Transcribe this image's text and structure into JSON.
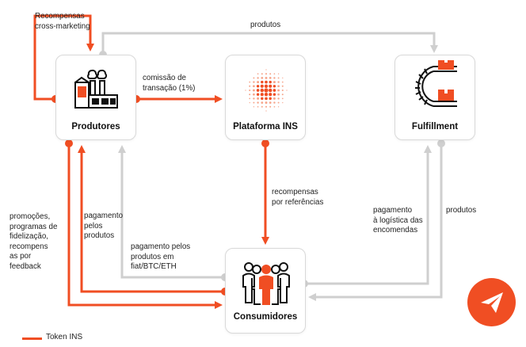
{
  "colors": {
    "orange": "#f04e23",
    "gray": "#cfcfcf"
  },
  "nodes": {
    "produtores": {
      "title": "Produtores",
      "icon": "factory-icon"
    },
    "plataforma": {
      "title": "Plataforma INS",
      "icon": "dot-sphere-icon"
    },
    "fulfillment": {
      "title": "Fulfillment",
      "icon": "conveyor-boxes-icon"
    },
    "consumidores": {
      "title": "Consumidores",
      "icon": "people-group-icon"
    }
  },
  "edges": {
    "recompensas_cross": "Recompensas\ncross-marketing",
    "produtos_top": "produtos",
    "comissao": "comissão de\ntransação (1%)",
    "recompensas_ref": "recompensas\npor referências",
    "pagamento_logistica": "pagamento\nà logística das\nencomendas",
    "produtos_right": "produtos",
    "promocoes": "promoções,\nprogramas de\nfidelização,\nrecompens\nas por\nfeedback",
    "pagamento_pelos": "pagamento\npelos\nprodutos",
    "pagamento_fiat": "pagamento pelos\nprodutos em\nfiat/BTC/ETH"
  },
  "legend": {
    "label": "Token INS"
  },
  "action": {
    "icon": "paper-plane-icon"
  }
}
